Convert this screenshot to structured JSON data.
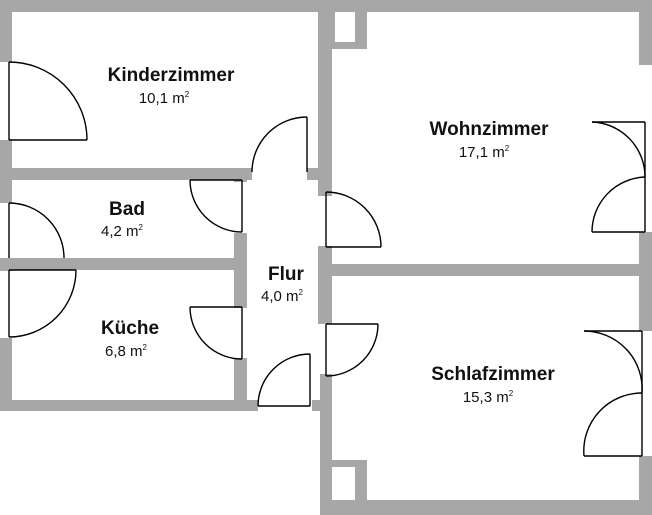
{
  "rooms": [
    {
      "id": "kinderzimmer",
      "name": "Kinderzimmer",
      "area": "10,1 m",
      "unit_exp": "2"
    },
    {
      "id": "wohnzimmer",
      "name": "Wohnzimmer",
      "area": "17,1 m",
      "unit_exp": "2"
    },
    {
      "id": "bad",
      "name": "Bad",
      "area": "4,2 m",
      "unit_exp": "2"
    },
    {
      "id": "flur",
      "name": "Flur",
      "area": "4,0 m",
      "unit_exp": "2"
    },
    {
      "id": "kueche",
      "name": "Küche",
      "area": "6,8 m",
      "unit_exp": "2"
    },
    {
      "id": "schlafzimmer",
      "name": "Schlafzimmer",
      "area": "15,3 m",
      "unit_exp": "2"
    }
  ],
  "colors": {
    "wall": "#a7a7a7",
    "door_line": "#000000",
    "text": "#111111"
  }
}
